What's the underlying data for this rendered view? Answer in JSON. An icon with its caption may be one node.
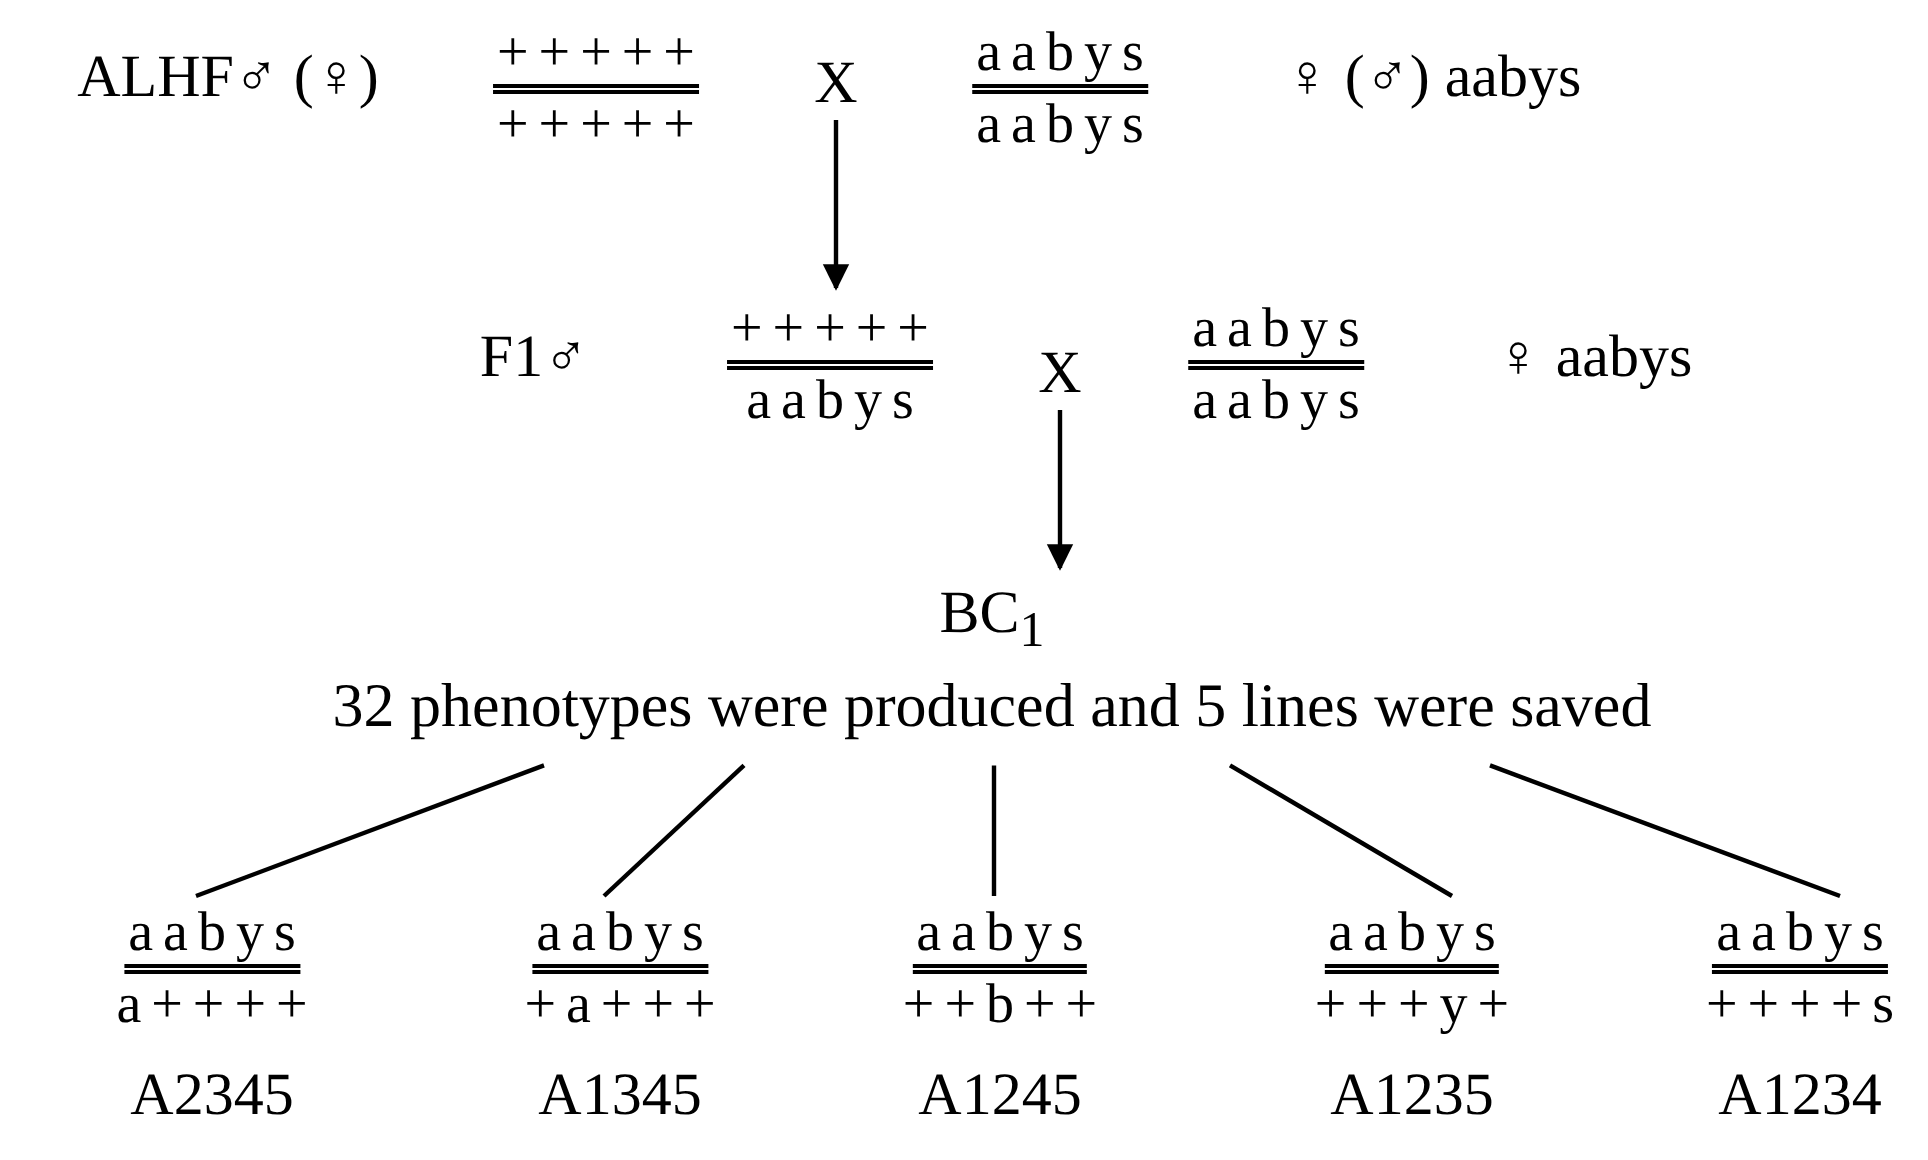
{
  "diagram": {
    "nodes": [
      {
        "text": [
          "ALHF♂ (♀)"
        ]
      },
      {
        "text": [
          "+ + + + +",
          "+ + + + +"
        ]
      },
      {
        "text": [
          "X"
        ]
      },
      {
        "text": [
          "a a b y s",
          "a a b y s"
        ]
      },
      {
        "text": [
          "♀ (♂) aabys"
        ]
      },
      {
        "text": [
          "F1♂"
        ]
      },
      {
        "text": [
          "+ + + + +",
          "a a b y s"
        ]
      },
      {
        "text": [
          "X"
        ]
      },
      {
        "text": [
          "a a b y s",
          "a a b y s"
        ]
      },
      {
        "text": [
          "♀ aabys"
        ]
      },
      {
        "text": [
          "BC$_{1}$",
          "32 phenotypes were produced and 5 lines were saved"
        ]
      },
      {
        "text": [
          "a a b y s",
          "a + + + +"
        ],
        "beside": [
          "A2345"
        ]
      },
      {
        "text": [
          "a a b y s",
          "+ a + + +"
        ],
        "beside": [
          "A1345"
        ]
      },
      {
        "text": [
          "a a b y s",
          "+ + b + +"
        ],
        "beside": [
          "A1245"
        ]
      },
      {
        "text": [
          "a a b y s",
          "+ + + y +"
        ],
        "beside": [
          "A1235"
        ]
      },
      {
        "text": [
          "a a b y s",
          "+ + + + s"
        ],
        "beside": [
          "A1234"
        ]
      }
    ],
    "edges": [
      {
        "from": 2,
        "to": 6,
        "arrow": "to"
      },
      {
        "from": 7,
        "to": 10,
        "arrow": "to"
      },
      {
        "from": 10,
        "to": 11,
        "arrow": "none"
      },
      {
        "from": 10,
        "to": 12,
        "arrow": "none"
      },
      {
        "from": 10,
        "to": 13,
        "arrow": "none"
      },
      {
        "from": 10,
        "to": 14,
        "arrow": "none"
      },
      {
        "from": 10,
        "to": 15,
        "arrow": "none"
      }
    ]
  }
}
